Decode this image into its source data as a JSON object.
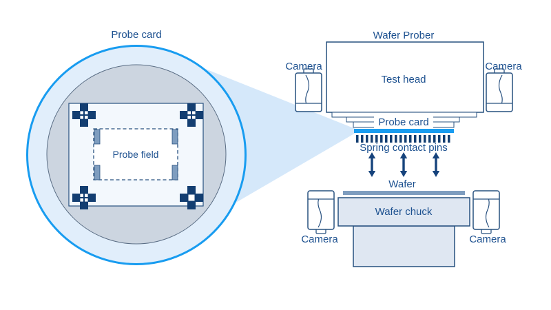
{
  "colors": {
    "accent_blue": "#189cf0",
    "label_text": "#1c508f",
    "outline_navy": "#27507f",
    "ring_fill": "#e1eefb",
    "wedge_fill": "#d5e8fa",
    "inner_disc_fill": "#ccd5e0",
    "inner_disc_stroke": "#5a6d84",
    "plate_fill": "#f3f8fd",
    "cross_navy": "#133e71",
    "steel_blue": "#7e9dbf",
    "chuck_fill": "#dfe7f2",
    "pin_navy": "#133e71",
    "arrow_navy": "#16437c"
  },
  "probe_card_view": {
    "label": "Probe card",
    "probe_field_label": "Probe field",
    "fiducial_count": 4,
    "alignment_tab_count": 4
  },
  "wafer_prober_view": {
    "title": "Wafer Prober",
    "test_head_label": "Test head",
    "probe_card_label": "Probe card",
    "spring_pins_label": "Spring contact pins",
    "wafer_label": "Wafer",
    "wafer_chuck_label": "Wafer chuck",
    "camera_labels": {
      "top_left": "Camera",
      "top_right": "Camera",
      "bottom_left": "Camera",
      "bottom_right": "Camera"
    },
    "pins": {
      "count": 20
    },
    "arrows": {
      "count": 3
    }
  }
}
